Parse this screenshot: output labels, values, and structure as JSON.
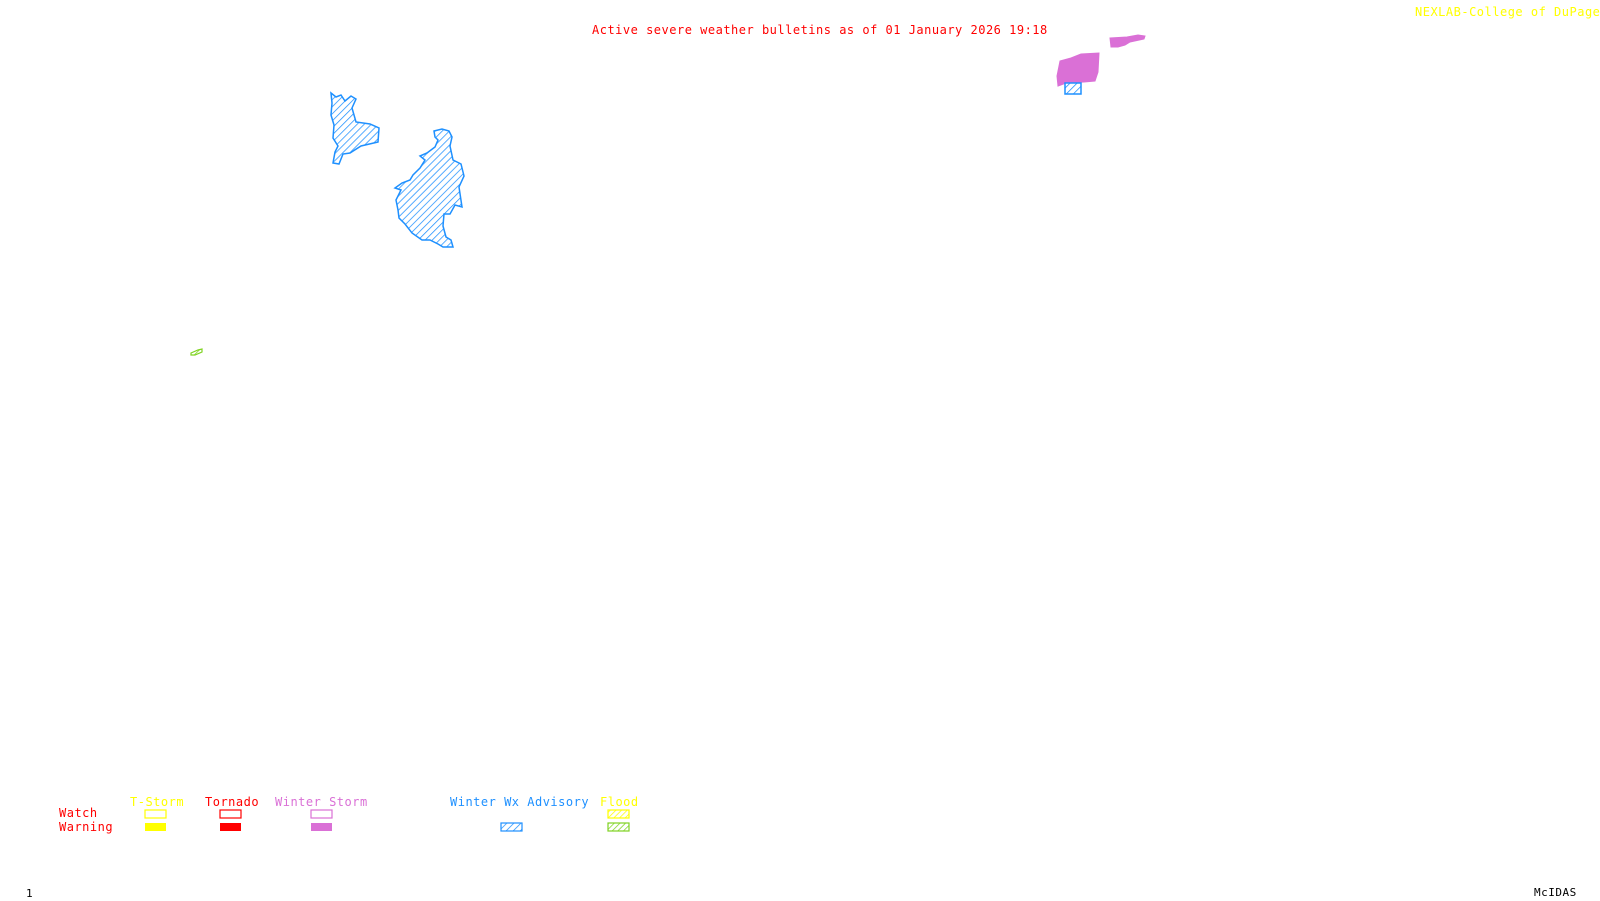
{
  "header": {
    "title": "Active severe weather bulletins as of 01 January 2026 19:18",
    "credit": "NEXLAB-College of DuPage"
  },
  "footer": {
    "frame_number": "1",
    "brand": "McIDAS"
  },
  "colors": {
    "title": "#ff0000",
    "credit": "#ffff00",
    "tstorm": "#ffff00",
    "tornado": "#ff0000",
    "winter_storm": "#da70d6",
    "winter_wx_advisory": "#1e90ff",
    "flood_watch": "#ffff00",
    "flood_warning": "#7fd321"
  },
  "legend": {
    "row_labels": {
      "watch": "Watch",
      "warning": "Warning"
    },
    "categories": [
      {
        "name": "T-Storm",
        "watch": "outline",
        "warning": "solid"
      },
      {
        "name": "Tornado",
        "watch": "outline",
        "warning": "solid"
      },
      {
        "name": "Winter Storm",
        "watch": "outline",
        "warning": "solid"
      },
      {
        "name": "Winter Wx Advisory",
        "watch": null,
        "warning": "hatched"
      },
      {
        "name": "Flood",
        "watch": "hatched",
        "warning": "hatched"
      }
    ]
  },
  "map_features": [
    {
      "type": "winter_wx_advisory",
      "style": "hatched",
      "region": "west-north cluster"
    },
    {
      "type": "winter_wx_advisory",
      "style": "hatched",
      "region": "west-central cluster"
    },
    {
      "type": "winter_storm_warning",
      "style": "solid",
      "region": "northeast"
    },
    {
      "type": "winter_wx_advisory",
      "style": "hatched",
      "region": "northeast small box"
    },
    {
      "type": "flood_warning",
      "style": "hatched",
      "region": "west small area"
    }
  ]
}
